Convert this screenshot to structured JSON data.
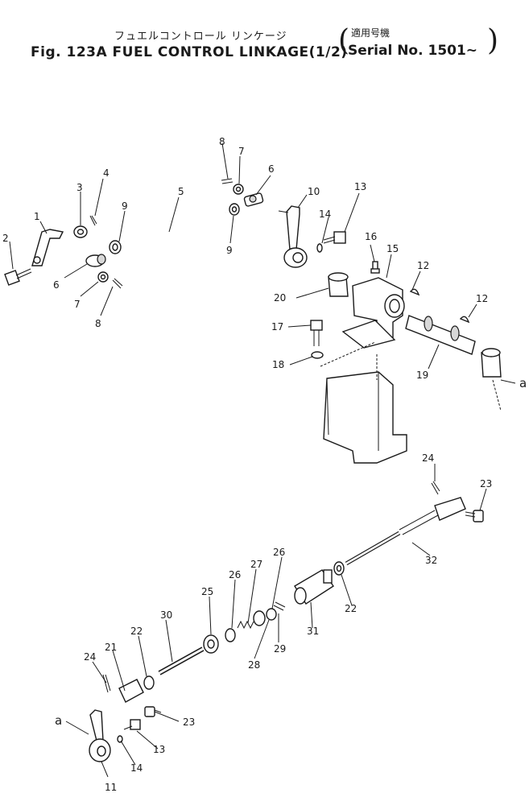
{
  "header": {
    "title_jp": "フュエルコントロール リンケージ",
    "title_en": "Fig. 123A FUEL CONTROL LINKAGE(1/2)",
    "serial_jp": "適用号機",
    "serial_en": "Serial No. 1501~"
  },
  "callouts": {
    "n1": "1",
    "n2": "2",
    "n3": "3",
    "n4": "4",
    "n5": "5",
    "n6a": "6",
    "n6b": "6",
    "n7a": "7",
    "n7b": "7",
    "n8a": "8",
    "n8b": "8",
    "n9a": "9",
    "n9b": "9",
    "n10": "10",
    "n11": "11",
    "n12a": "12",
    "n12b": "12",
    "n13a": "13",
    "n13b": "13",
    "n14a": "14",
    "n14b": "14",
    "n15": "15",
    "n16": "16",
    "n17": "17",
    "n18": "18",
    "n19": "19",
    "n20": "20",
    "n21": "21",
    "n22a": "22",
    "n22b": "22",
    "n23a": "23",
    "n23b": "23",
    "n24a": "24",
    "n24b": "24",
    "n25": "25",
    "n26a": "26",
    "n26b": "26",
    "n27": "27",
    "n28": "28",
    "n29": "29",
    "n30": "30",
    "n31": "31",
    "n32": "32",
    "ref_a1": "a",
    "ref_a2": "a"
  }
}
